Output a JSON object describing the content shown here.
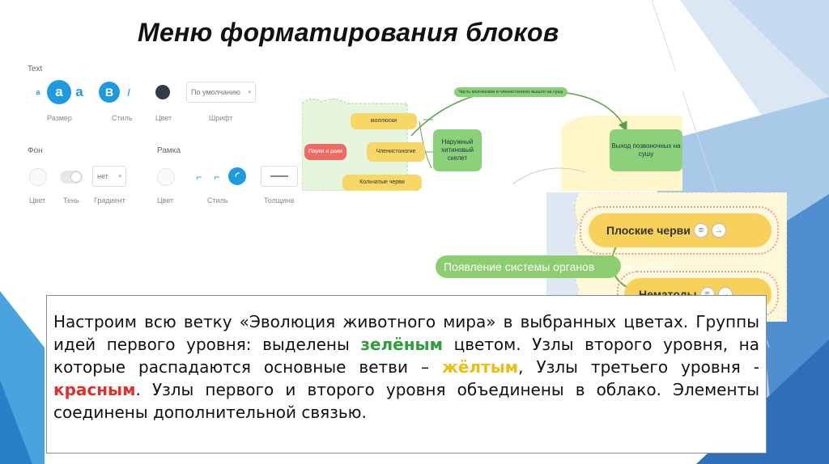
{
  "slide": {
    "title": "Меню форматирования блоков"
  },
  "panel": {
    "text_section": "Text",
    "size_glyphs": [
      "a",
      "a",
      "a"
    ],
    "style_glyphs": [
      "B",
      "I"
    ],
    "font_value": "По умолчанию",
    "text_labels": {
      "size": "Размер",
      "style": "Стиль",
      "color": "Цвет",
      "font": "Шрифт"
    },
    "bg_section": "Фон",
    "border_section": "Рамка",
    "gradient_value": "нет",
    "bg_labels": {
      "color": "Цвет",
      "shadow": "Тень",
      "gradient": "Градиент"
    },
    "border_labels": {
      "color": "Цвет",
      "style": "Стиль",
      "thickness": "Толщина"
    },
    "accent_color": "#1e9be0"
  },
  "map1": {
    "link_label": "Часть моллюсков и членистоногих вышло на сушу",
    "mollusks": "моллюски",
    "spiders": "Пауки и раки",
    "arthropods": "Членистоногие",
    "ringed": "Кольчатые черви",
    "exoskeleton": "Наружный хитиновый скелет",
    "vertebrates": "Выход позвоночных на сушу"
  },
  "map2": {
    "flatworms": "Плоские черви",
    "organs": "Появление системы органов",
    "nematodes": "Нематоды"
  },
  "body": {
    "t1": "Настроим всю ветку «Эволюция животного мира» в выбранных цветах. Группы идей первого уровня: выделены ",
    "green": "зелёным",
    "t2": " цветом. Узлы второго уровня, на которые распадаются основные ветви – ",
    "yellow": "жёлтым",
    "t3": ", Узлы третьего уровня - ",
    "red": "красным",
    "t4": ". Узлы первого и второго уровня объединены в облако. Элементы соединены дополнительной связью."
  }
}
